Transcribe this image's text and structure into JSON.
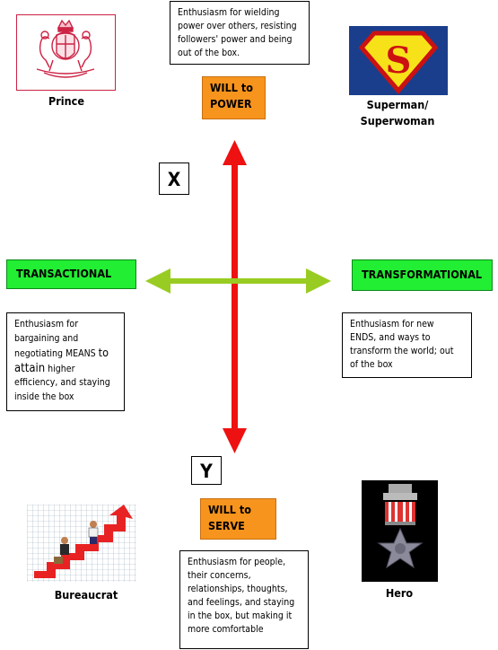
{
  "top_note": [
    "Enthusiasm for wielding",
    "power over others, resisting",
    "followers' power and being",
    "out of the box."
  ],
  "will_power": [
    "WILL to",
    "POWER"
  ],
  "will_serve": [
    "WILL to",
    "SERVE"
  ],
  "x_label": "X",
  "y_label": "Y",
  "transactional": "TRANSACTIONAL",
  "transformational": "TRANSFORMATIONAL",
  "left_note": {
    "line1": "Enthusiasm for",
    "line2": "bargaining and",
    "line3a": "negotiating MEANS",
    "line3b": "to",
    "line4a": "attain",
    "line4b": "higher",
    "line5": "efficiency, and staying",
    "line6": "inside the box"
  },
  "right_note": [
    "Enthusiasm for new",
    "ENDS, and ways to",
    "transform the world; out",
    "of the box"
  ],
  "bottom_note": [
    "Enthusiasm for people,",
    "their concerns,",
    "relationships, thoughts,",
    "and feelings, and staying",
    "in the box, but making it",
    "more comfortable"
  ],
  "prince": "Prince",
  "superman": [
    "Superman/",
    "Superwoman"
  ],
  "bureaucrat": "Bureaucrat",
  "hero": "Hero",
  "superman_emblem_letter": "S",
  "colors": {
    "vertical_arrow": "#ee1111",
    "horizontal_arrow": "#99cc22",
    "orange": "#f7941d",
    "green": "#22ee33",
    "crest": "#cc2244"
  },
  "icons": [
    "royal-crest-icon",
    "superman-emblem-icon",
    "stairs-climbing-icon",
    "medal-of-honor-icon"
  ]
}
